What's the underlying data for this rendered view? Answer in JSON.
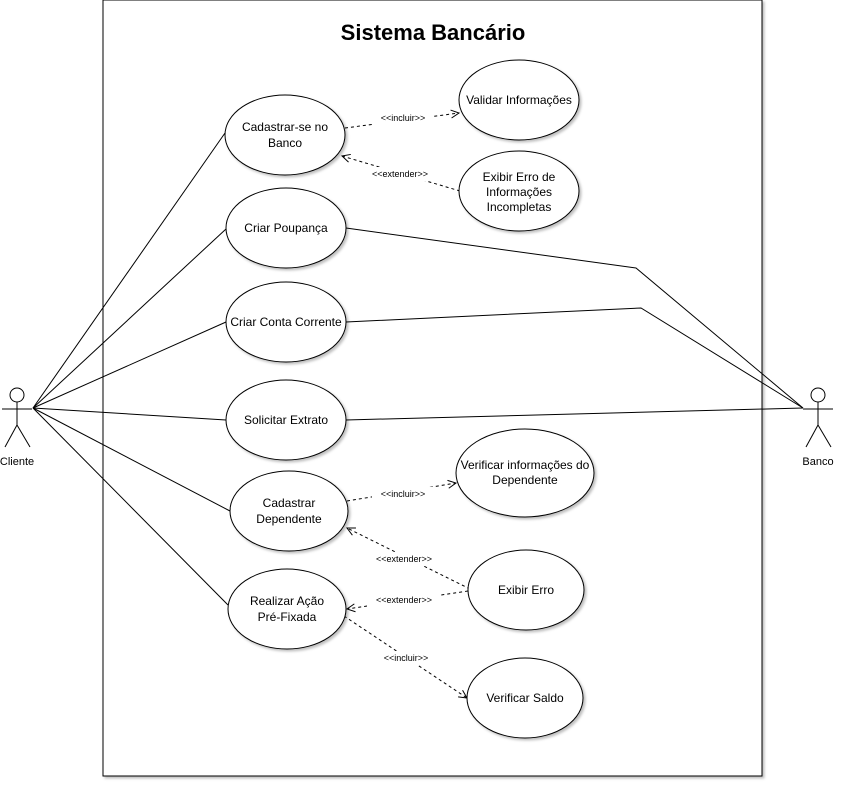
{
  "title": "Sistema Bancário",
  "actors": {
    "cliente": "Cliente",
    "banco": "Banco"
  },
  "use_cases": {
    "cadastrar_banco": [
      "Cadastrar-se no",
      "Banco"
    ],
    "validar": [
      "Validar Informações"
    ],
    "exibir_erro_info": [
      "Exibir Erro de",
      "Informações",
      "Incompletas"
    ],
    "criar_poupanca": [
      "Criar Poupança"
    ],
    "criar_conta_corrente": [
      "Criar Conta Corrente"
    ],
    "solicitar_extrato": [
      "Solicitar Extrato"
    ],
    "cadastrar_dependente": [
      "Cadastrar",
      "Dependente"
    ],
    "verificar_dependente": [
      "Verificar informações do",
      "Dependente"
    ],
    "exibir_erro": [
      "Exibir Erro"
    ],
    "realizar_acao": [
      "Realizar Ação",
      "Pré-Fixada"
    ],
    "verificar_saldo": [
      "Verificar Saldo"
    ]
  },
  "stereotypes": {
    "incluir": "<<incluir>>",
    "extender": "<<extender>>"
  }
}
